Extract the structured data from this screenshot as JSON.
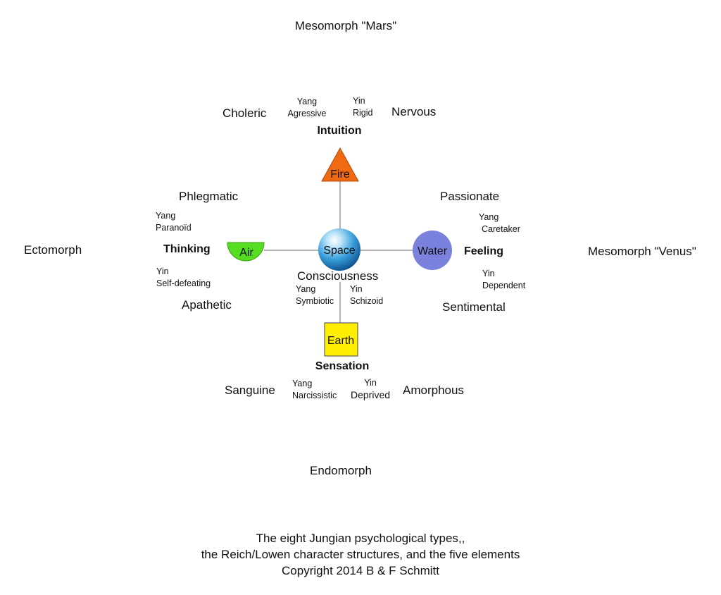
{
  "body_types": {
    "top": "Mesomorph \"Mars\"",
    "left": "Ectomorph",
    "right": "Mesomorph \"Venus\"",
    "bottom": "Endomorph"
  },
  "temperaments": {
    "choleric": "Choleric",
    "nervous": "Nervous",
    "phlegmatic": "Phlegmatic",
    "apathetic": "Apathetic",
    "passionate": "Passionate",
    "sentimental": "Sentimental",
    "sanguine": "Sanguine",
    "amorphous": "Amorphous"
  },
  "functions": {
    "intuition": "Intuition",
    "thinking": "Thinking",
    "feeling": "Feeling",
    "sensation": "Sensation"
  },
  "character_structures": {
    "intuition_yang": {
      "pole": "Yang",
      "structure": "Agressive"
    },
    "intuition_yin": {
      "pole": "Yin",
      "structure": "Rigid"
    },
    "thinking_yang": {
      "pole": "Yang",
      "structure": "Paranoïd"
    },
    "thinking_yin": {
      "pole": "Yin",
      "structure": "Self-defeating"
    },
    "feeling_yang": {
      "pole": "Yang",
      "structure": "Caretaker"
    },
    "feeling_yin": {
      "pole": "Yin",
      "structure": "Dependent"
    },
    "consciousness_yang": {
      "pole": "Yang",
      "structure": "Symbiotic"
    },
    "consciousness_yin": {
      "pole": "Yin",
      "structure": "Schizoid"
    },
    "sensation_yang": {
      "pole": "Yang",
      "structure": "Narcissistic"
    },
    "sensation_yin": {
      "pole": "Yin",
      "structure": "Deprived"
    }
  },
  "elements": {
    "fire": {
      "label": "Fire",
      "color": "#ef6a13"
    },
    "air": {
      "label": "Air",
      "color": "#55dd22"
    },
    "water": {
      "label": "Water",
      "color": "#7b82de"
    },
    "earth": {
      "label": "Earth",
      "color": "#ffee00"
    },
    "space": {
      "label": "Space",
      "color": "#3aa0dc"
    }
  },
  "center_label": "Consciousness",
  "caption": {
    "line1": "The  eight Jungian psychological types,,",
    "line2": "the Reich/Lowen character structures, and the five elements",
    "line3": "Copyright 2014 B & F Schmitt"
  }
}
